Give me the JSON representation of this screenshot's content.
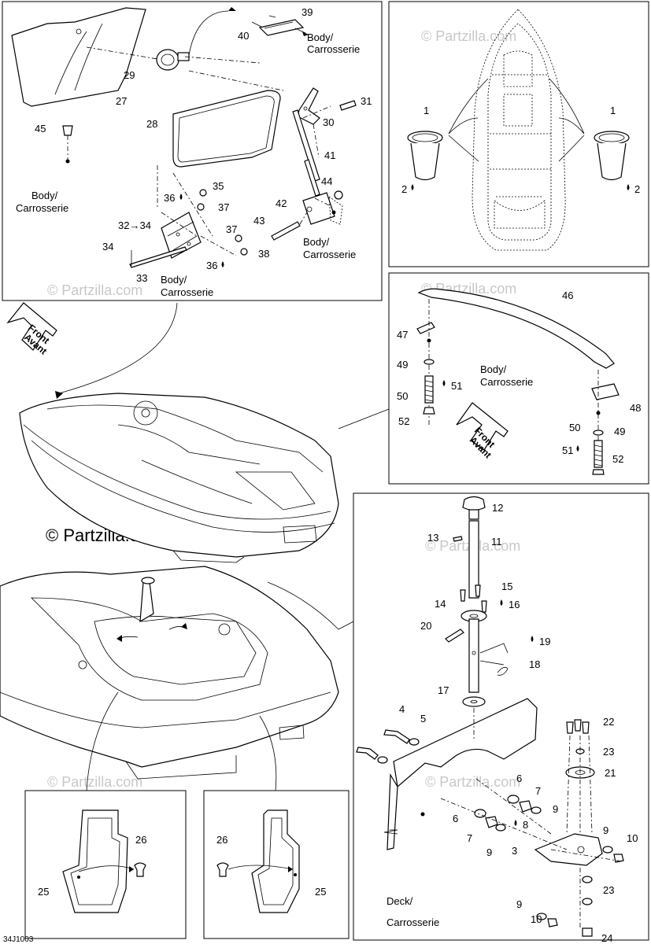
{
  "watermark": "© Partzilla.com",
  "watermark_large": "© Partzilla.com",
  "figure_code": "34J1003",
  "front_arrow": {
    "line1": "Front",
    "line2": "Avant"
  },
  "body_ref": {
    "line1": "Body/",
    "line2": "Carrosserie"
  },
  "deck_ref": {
    "line1": "Deck/",
    "line2": "Carrosserie"
  },
  "callouts": {
    "c1": "1",
    "c2": "2",
    "c3": "3",
    "c4": "4",
    "c5": "5",
    "c6": "6",
    "c7": "7",
    "c8": "8",
    "c9": "9",
    "c10": "10",
    "c11": "11",
    "c12": "12",
    "c13": "13",
    "c14": "14",
    "c15": "15",
    "c16": "16",
    "c17": "17",
    "c18": "18",
    "c19": "19",
    "c20": "20",
    "c21": "21",
    "c22": "22",
    "c23": "23",
    "c24": "24",
    "c25": "25",
    "c26": "26",
    "c27": "27",
    "c28": "28",
    "c29": "29",
    "c30": "30",
    "c31": "31",
    "c32": "32",
    "c33": "33",
    "c34": "34",
    "c35": "35",
    "c36": "36",
    "c37": "37",
    "c38": "38",
    "c39": "39",
    "c40": "40",
    "c41": "41",
    "c42": "42",
    "c43": "43",
    "c44": "44",
    "c45": "45",
    "c46": "46",
    "c47": "47",
    "c48": "48",
    "c49": "49",
    "c50": "50",
    "c51": "51",
    "c52": "52",
    "c32to34": "32→34"
  }
}
